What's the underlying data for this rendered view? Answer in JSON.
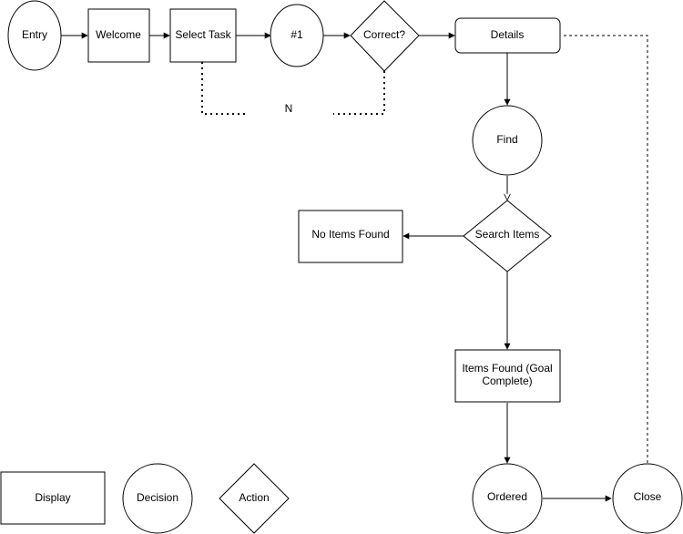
{
  "nodes": {
    "entry": "Entry",
    "welcome": "Welcome",
    "select_task": "Select Task",
    "step_one": "#1",
    "correct": "Correct?",
    "details": "Details",
    "find": "Find",
    "search_items": "Search Items",
    "no_items_found": "No Items Found",
    "items_found_line1": "Items Found (Goal",
    "items_found_line2": "Complete)",
    "ordered": "Ordered",
    "close": "Close"
  },
  "edge_labels": {
    "no_branch": "N"
  },
  "legend": {
    "display": "Display",
    "decision": "Decision",
    "action": "Action"
  }
}
